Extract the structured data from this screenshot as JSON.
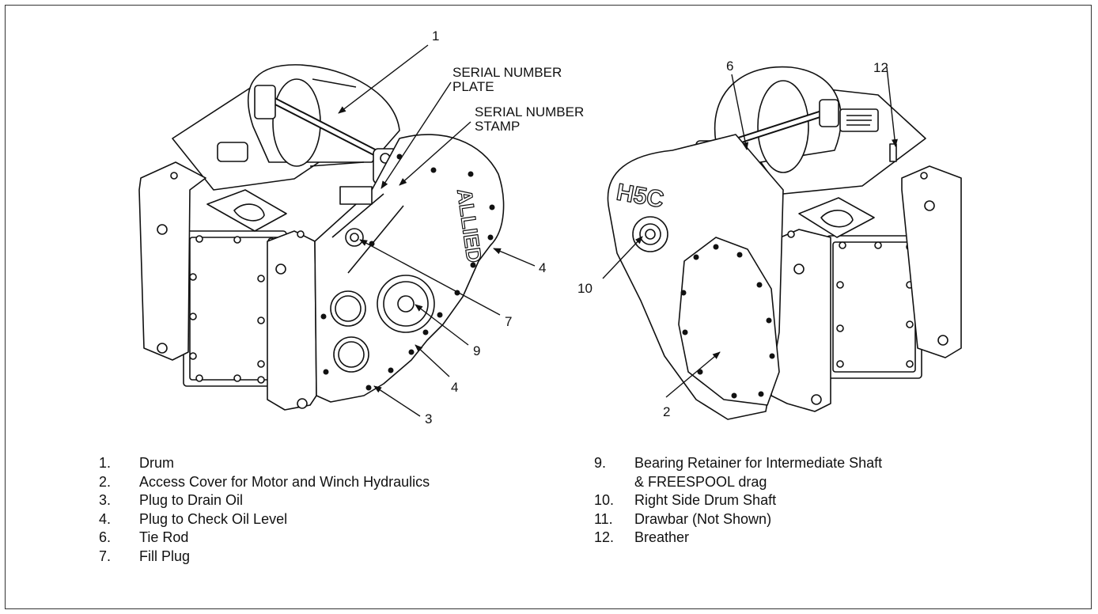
{
  "figure": {
    "callouts": {
      "c1": "1",
      "c2": "2",
      "c3": "3",
      "c4a": "4",
      "c4b": "4",
      "c6": "6",
      "c7": "7",
      "c9": "9",
      "c10": "10",
      "c12": "12",
      "serial_plate": [
        "SERIAL NUMBER",
        "PLATE"
      ],
      "serial_stamp": [
        "SERIAL NUMBER",
        "STAMP"
      ]
    },
    "housing_marks": {
      "left_side": "ALLIED",
      "right_side": "H5C"
    }
  },
  "legend": {
    "left": [
      {
        "num": "1.",
        "label": "Drum"
      },
      {
        "num": "2.",
        "label": "Access Cover for Motor and Winch Hydraulics"
      },
      {
        "num": "3.",
        "label": "Plug to Drain Oil"
      },
      {
        "num": "4.",
        "label": "Plug to Check Oil Level"
      },
      {
        "num": "6.",
        "label": "Tie Rod"
      },
      {
        "num": "7.",
        "label": "Fill Plug"
      }
    ],
    "right": [
      {
        "num": "9.",
        "label": "Bearing Retainer for Intermediate Shaft"
      },
      {
        "num": "",
        "label": "& FREESPOOL drag"
      },
      {
        "num": "10.",
        "label": "Right Side Drum Shaft"
      },
      {
        "num": "11.",
        "label": "Drawbar (Not Shown)"
      },
      {
        "num": "12.",
        "label": "Breather"
      }
    ]
  }
}
